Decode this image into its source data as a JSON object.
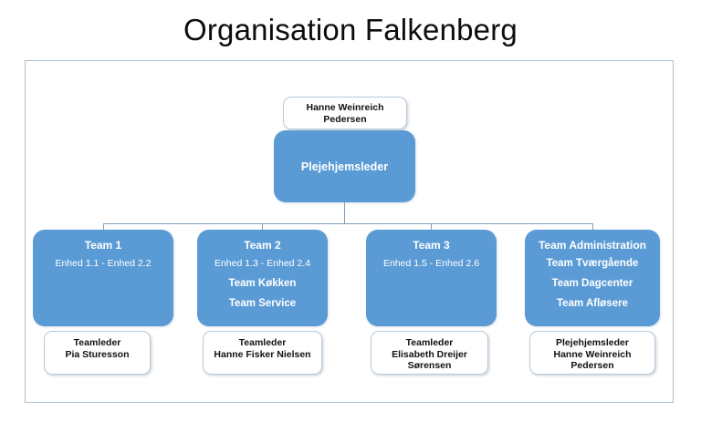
{
  "title": "Organisation Falkenberg",
  "colors": {
    "node_blue": "#5b9bd5",
    "frame_border": "#a9c0d4",
    "connector": "#7f9db9",
    "title_text": "#0d0d0d",
    "blue_node_text": "#ffffff",
    "white_node_text": "#111111"
  },
  "top_node": {
    "name": "Hanne Weinreich\nPedersen",
    "line1": "Hanne Weinreich",
    "line2": "Pedersen"
  },
  "leader_node": {
    "label": "Plejehjemsleder"
  },
  "teams": [
    {
      "title": "Team 1",
      "lines": [
        {
          "text": "Enhed 1.1 - Enhed 2.2",
          "strong": false
        }
      ],
      "manager": {
        "role": "Teamleder",
        "name_line1": "Pia Sturesson",
        "name_line2": ""
      }
    },
    {
      "title": "Team 2",
      "lines": [
        {
          "text": "Enhed 1.3 - Enhed 2.4",
          "strong": false
        },
        {
          "text": "Team Køkken",
          "strong": true
        },
        {
          "text": "Team Service",
          "strong": true
        }
      ],
      "manager": {
        "role": "Teamleder",
        "name_line1": "Hanne Fisker Nielsen",
        "name_line2": ""
      }
    },
    {
      "title": "Team 3",
      "lines": [
        {
          "text": "Enhed 1.5 - Enhed 2.6",
          "strong": false
        }
      ],
      "manager": {
        "role": "Teamleder",
        "name_line1": "Elisabeth Dreijer",
        "name_line2": "Sørensen"
      }
    },
    {
      "title": "Team Administration",
      "lines": [
        {
          "text": "Team Tværgående",
          "strong": true
        },
        {
          "text": "Team Dagcenter",
          "strong": true
        },
        {
          "text": "Team Afløsere",
          "strong": true
        }
      ],
      "manager": {
        "role": "Plejehjemsleder",
        "name_line1": "Hanne Weinreich",
        "name_line2": "Pedersen"
      }
    }
  ]
}
